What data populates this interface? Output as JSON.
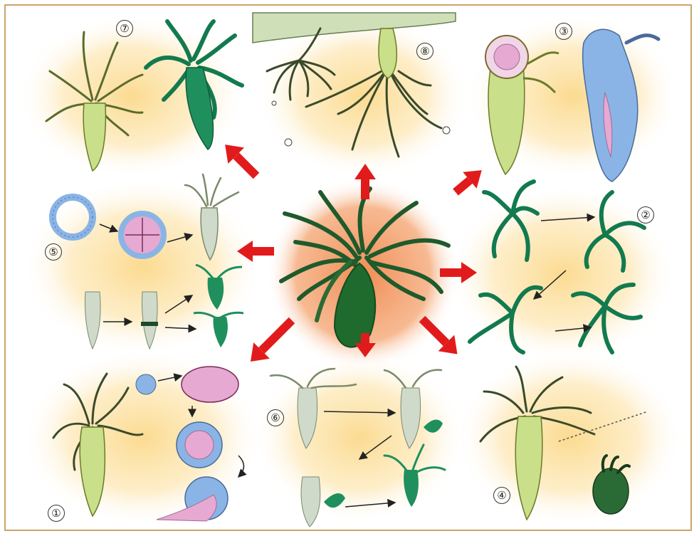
{
  "panels": [
    {
      "id": "1",
      "label": "①"
    },
    {
      "id": "2",
      "label": "②"
    },
    {
      "id": "3",
      "label": "③"
    },
    {
      "id": "4",
      "label": "④"
    },
    {
      "id": "5",
      "label": "⑤"
    },
    {
      "id": "6",
      "label": "⑥"
    },
    {
      "id": "7",
      "label": "⑦"
    },
    {
      "id": "8",
      "label": "⑧"
    }
  ],
  "colors": {
    "frame": "#c9a56a",
    "panel_glow": "#fbd98b",
    "center_glow": "#f3a06a",
    "red_arrow": "#e11b1b",
    "hydra_green_light": "#c9df8a",
    "hydra_green_dark": "#1f8f5e",
    "hydra_grey": "#cfdacb",
    "blue_layer": "#8ab4e6",
    "pink_inner": "#e6a9d1"
  }
}
